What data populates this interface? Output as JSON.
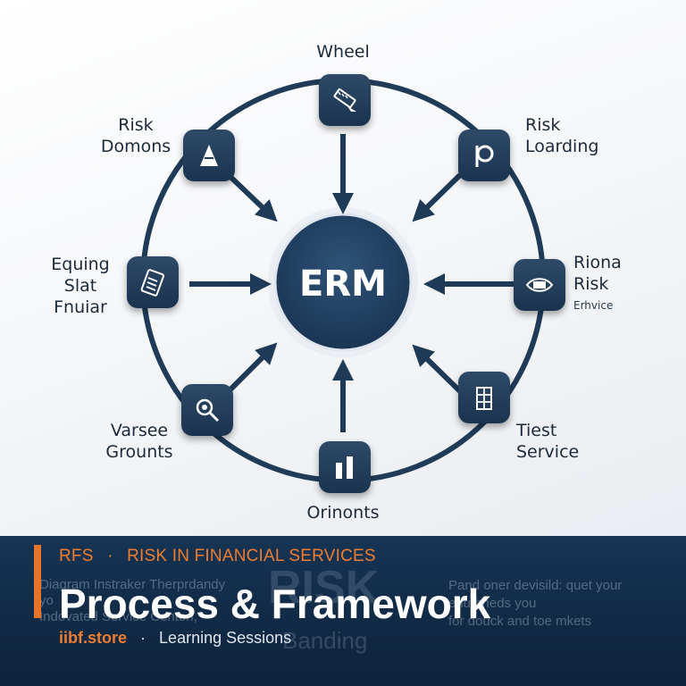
{
  "hub": {
    "label": "ERM"
  },
  "nodes": [
    {
      "id": "wheel",
      "label": "Wheel",
      "icon": "ruler-tool-icon"
    },
    {
      "id": "risk-loarding",
      "label": "Risk\nLoarding",
      "icon": "p-letter-icon"
    },
    {
      "id": "riona-risk",
      "label": "Riona\nRisk",
      "sublabel": "Erhvice",
      "icon": "eye-band-icon"
    },
    {
      "id": "tiest-service",
      "label": "Tiest\nService",
      "icon": "building-grid-icon"
    },
    {
      "id": "orinonts",
      "label": "Orinonts",
      "icon": "bar-chart-icon"
    },
    {
      "id": "varsee-grounts",
      "label": "Varsee\nGrounts",
      "icon": "magnifier-icon"
    },
    {
      "id": "equing-slat-fnuiar",
      "label": "Equing\nSlat\nFnuiar",
      "icon": "calculator-icon"
    },
    {
      "id": "risk-domons",
      "label": "Risk\nDomons",
      "icon": "cone-icon"
    }
  ],
  "colors": {
    "navy": "#1e3a56",
    "ring": "#1f3b58",
    "accent_orange": "#e8742a"
  },
  "footer": {
    "category_code": "RFS",
    "category_sep": "·",
    "category_name": "RISK IN FINANCIAL SERVICES",
    "title": "Process & Framework",
    "brand": "iibf.store",
    "brand_sep": "·",
    "series": "Learning Sessions",
    "ghost_left": "Diagram Instraker Therprdandy\nyo\nIndovated Service Centon,",
    "ghost_right": "Pand oner devisild: quet your\nerluthneds you\nfor douck and toe mkets",
    "ghost_risk": "RISK",
    "ghost_banding": "Banding"
  }
}
